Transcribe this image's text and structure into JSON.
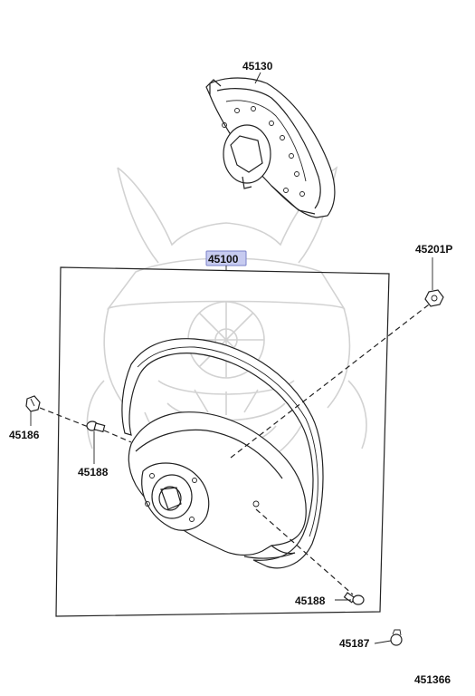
{
  "labels": {
    "p45130": "45130",
    "p45100": "45100",
    "p45201p": "45201P",
    "p45186": "45186",
    "p45188a": "45188",
    "p45188b": "45188",
    "p45187": "45187",
    "p451366": "451366"
  },
  "colors": {
    "highlight": "#c7cbf0",
    "highlight_border": "#7a80c8",
    "watermark": "#d2d2d2",
    "ink": "#222222"
  },
  "watermark_icon": "samurai-helmet-logo"
}
